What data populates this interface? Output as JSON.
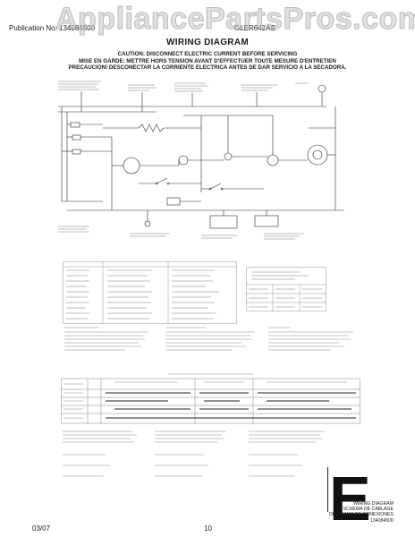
{
  "header": {
    "publication": "Publication No: 134084500",
    "model": "GLER642AS"
  },
  "watermark": "AppliancePartsPros.com",
  "title": "WIRING DIAGRAM",
  "caution": {
    "en": "CAUTION: DISCONNECT ELECTRIC CURRENT BEFORE SERVICING",
    "fr": "MISE EN GARDE: METTRE HORS TENSION AVANT D'EFFECTUER TOUTE MESURE D'ENTRETIEN",
    "es": "PRECAUCION! DESCONECTAR LA CORRIENTE ELECTRICA ANTES DE DAR SERVICIO A LA SECADORA."
  },
  "big_letter": "E",
  "signature": {
    "line1": "WIRING DIAGRAM",
    "line2": "SCHEMA DE CABLAGE",
    "line3": "DIAGRAMA DE CONEXIONES",
    "part": "134084500"
  },
  "footer": {
    "date": "03/07",
    "page": "10"
  },
  "colors": {
    "line": "#2a2a2a",
    "watermark": "#c8c8c8"
  }
}
